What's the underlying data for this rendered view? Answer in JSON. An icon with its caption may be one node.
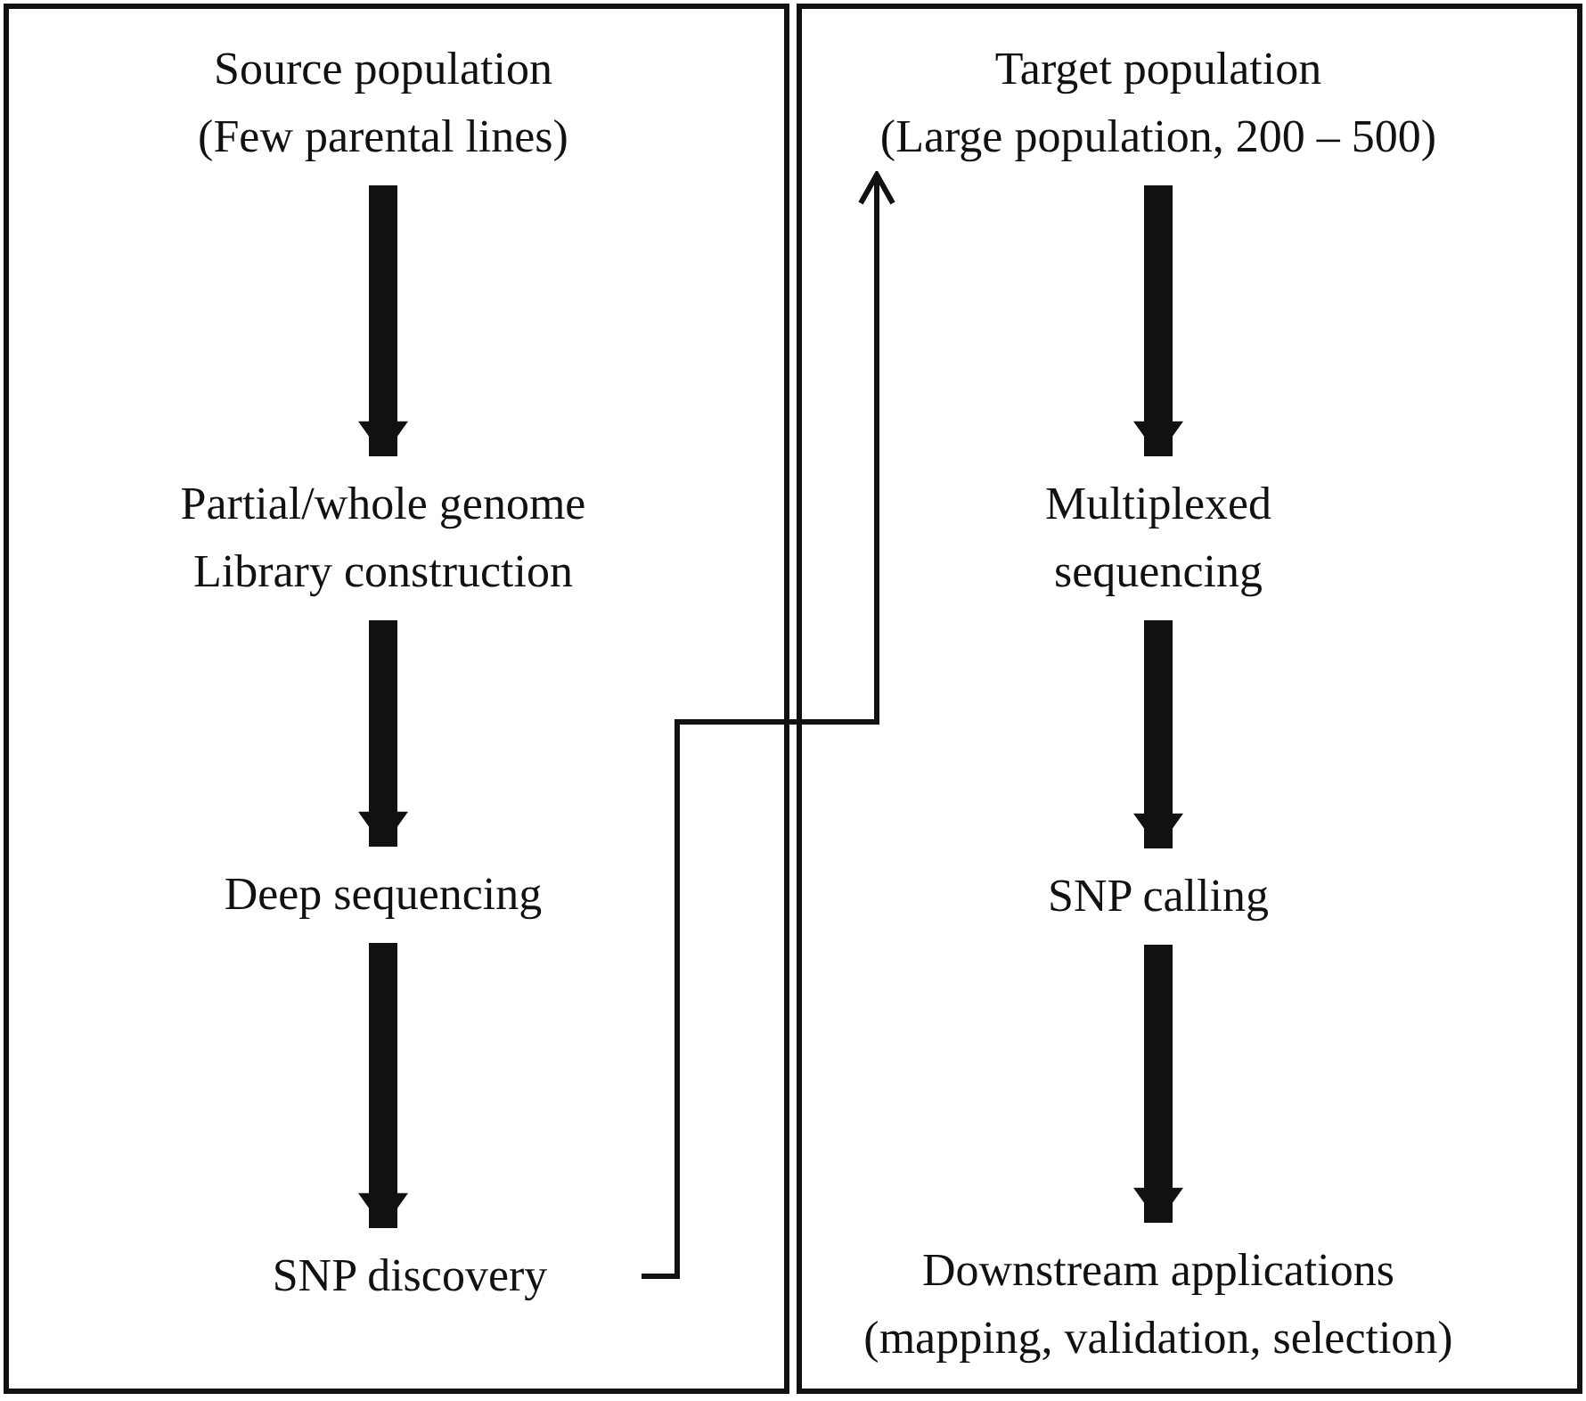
{
  "diagram": {
    "nodes": [
      {
        "text": [],
        "shape": "box"
      },
      {
        "text": [
          "Source population",
          "(Few parental lines)"
        ],
        "in": 0
      },
      {
        "text": [
          "Partial/whole genome Library construction"
        ],
        "in": 0
      },
      {
        "text": [
          "Deep sequencing"
        ],
        "in": 0
      },
      {
        "text": [
          "SNP discovery"
        ],
        "in": 0
      },
      {
        "text": [],
        "shape": "box"
      },
      {
        "text": [
          "Target population",
          "(Large population, 200 – 500)"
        ],
        "in": 5
      },
      {
        "text": [
          "Multiplexed sequencing"
        ],
        "in": 5
      },
      {
        "text": [
          "SNP calling"
        ],
        "in": 5
      },
      {
        "text": [
          "Downstream applications",
          "(mapping, validation, selection)"
        ],
        "in": 5
      }
    ],
    "edges": [
      {
        "from": 1,
        "to": 2,
        "arrow": "to"
      },
      {
        "from": 2,
        "to": 3,
        "arrow": "to"
      },
      {
        "from": 3,
        "to": 4,
        "arrow": "to"
      },
      {
        "from": 4,
        "to": 6,
        "arrow": "to"
      },
      {
        "from": 6,
        "to": 7,
        "arrow": "to"
      },
      {
        "from": 7,
        "to": 8,
        "arrow": "to"
      },
      {
        "from": 8,
        "to": 9,
        "arrow": "to"
      }
    ]
  }
}
